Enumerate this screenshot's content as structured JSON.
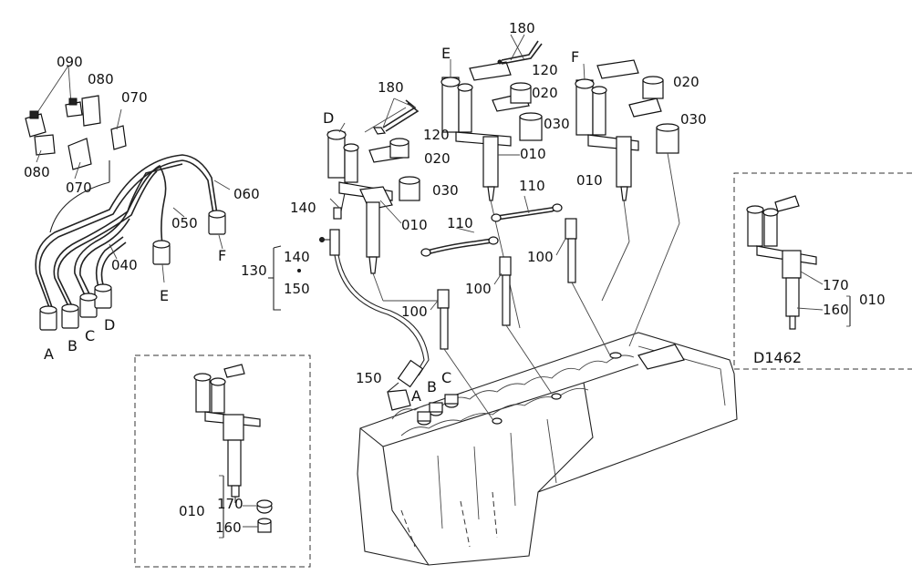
{
  "labels": {
    "l090": "090",
    "l080a": "080",
    "l070a": "070",
    "l080b": "080",
    "l070b": "070",
    "l060": "060",
    "l050": "050",
    "l040": "040",
    "lA1": "A",
    "lB1": "B",
    "lC1": "C",
    "lD1": "D",
    "lE1": "E",
    "lF1": "F",
    "l130": "130",
    "l140a": "140",
    "l140b": "140",
    "l150a": "150",
    "lD2": "D",
    "l180a": "180",
    "l120a": "120",
    "l020a": "020",
    "l030a": "030",
    "l010a": "010",
    "l110a": "110",
    "lE2": "E",
    "l180b": "180",
    "l120b": "120",
    "l020b": "020",
    "l030b": "030",
    "l010b": "010",
    "l110b": "110",
    "lF2": "F",
    "l020c": "020",
    "l030c": "030",
    "l010c": "010",
    "l100a": "100",
    "l100b": "100",
    "l100c": "100",
    "l150b": "150",
    "lA2": "A",
    "lB2": "B",
    "lC2": "C",
    "l010d": "010",
    "l170a": "170",
    "l160a": "160",
    "l170b": "170",
    "l160b": "160",
    "l010e": "010",
    "model": "D1462"
  }
}
